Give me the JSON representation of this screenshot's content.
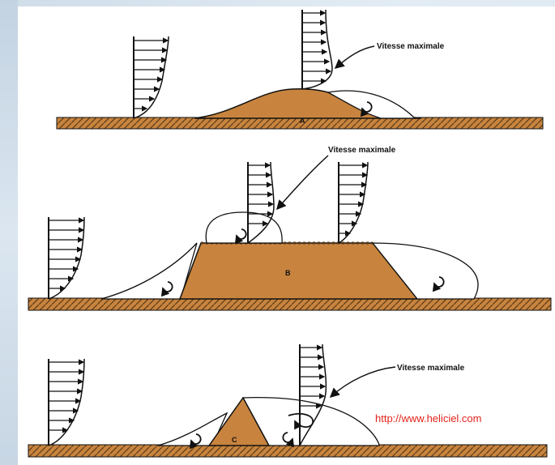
{
  "labels": {
    "max_speed_a": "Vitesse maximale",
    "max_speed_b": "Vitesse maximale",
    "max_speed_c": "Vitesse maximale",
    "section_a": "A",
    "section_b": "B",
    "section_c": "C"
  },
  "watermark": "http://www.heliciel.com",
  "colors": {
    "sand": "#c8843e",
    "hatch": "#5a3a18",
    "outline": "#111111",
    "watermark": "#e3241b"
  }
}
